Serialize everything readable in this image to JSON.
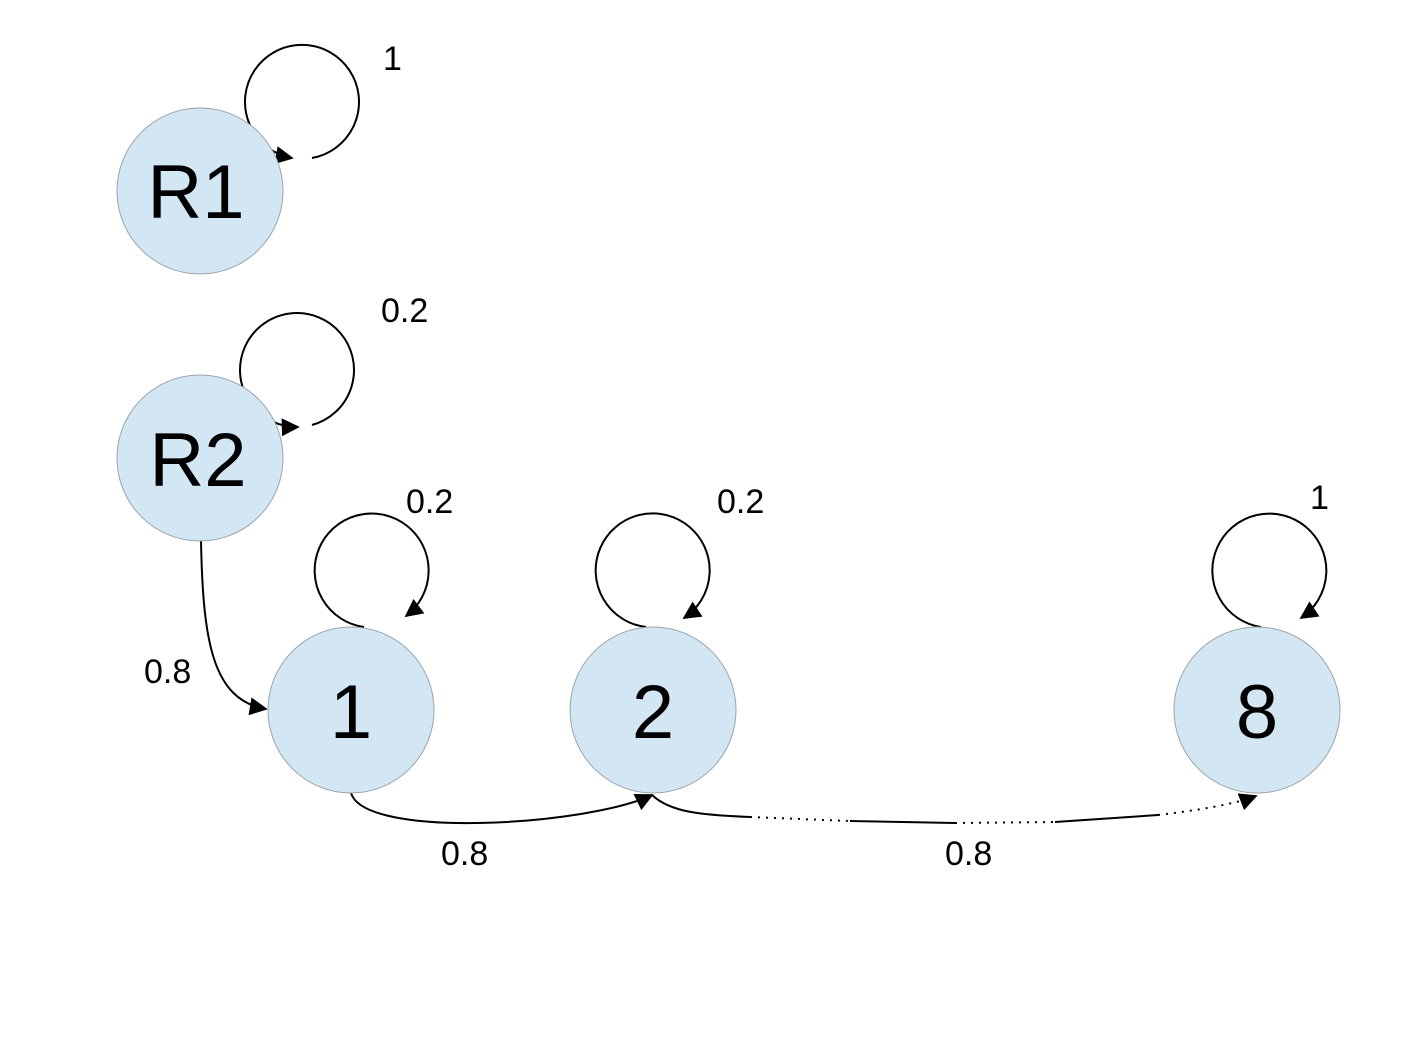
{
  "colors": {
    "node_fill": "#d2e6f4",
    "edge": "#000000"
  },
  "nodes": [
    {
      "id": "R1",
      "label": "R1"
    },
    {
      "id": "R2",
      "label": "R2"
    },
    {
      "id": "n1",
      "label": "1"
    },
    {
      "id": "n2",
      "label": "2"
    },
    {
      "id": "n8",
      "label": "8"
    }
  ],
  "edges": [
    {
      "from": "R1",
      "to": "R1",
      "label": "1"
    },
    {
      "from": "R2",
      "to": "R2",
      "label": "0.2"
    },
    {
      "from": "n1",
      "to": "n1",
      "label": "0.2"
    },
    {
      "from": "n2",
      "to": "n2",
      "label": "0.2"
    },
    {
      "from": "n8",
      "to": "n8",
      "label": "1"
    },
    {
      "from": "R2",
      "to": "n1",
      "label": "0.8"
    },
    {
      "from": "n1",
      "to": "n2",
      "label": "0.8"
    },
    {
      "from": "n2",
      "to": "n8",
      "label": "0.8"
    }
  ]
}
